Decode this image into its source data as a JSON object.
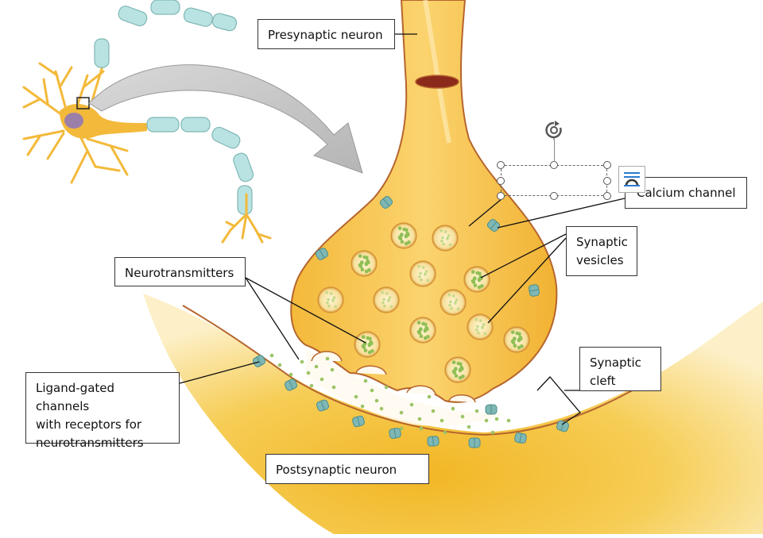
{
  "labels": {
    "presynaptic": "Presynaptic neuron",
    "calcium_channel": "Calcium channel",
    "synaptic_vesicles_line1": "Synaptic",
    "synaptic_vesicles_line2": "vesicles",
    "neurotransmitters": "Neurotransmitters",
    "synaptic_cleft_line1": "Synaptic",
    "synaptic_cleft_line2": "cleft",
    "ligand_line1": "Ligand-gated channels",
    "ligand_line2": "with receptors for",
    "ligand_line3": "neurotransmitters",
    "postsynaptic": "Postsynaptic neuron"
  },
  "colors": {
    "neuron_fill": "#f7c04a",
    "neuron_light": "#fbe08f",
    "membrane": "#b5652e",
    "vesicle_fill": "#9cc466",
    "channel": "#7fb7b5",
    "myelin": "#b9e3e2",
    "arrow": "#c8c8c8"
  }
}
